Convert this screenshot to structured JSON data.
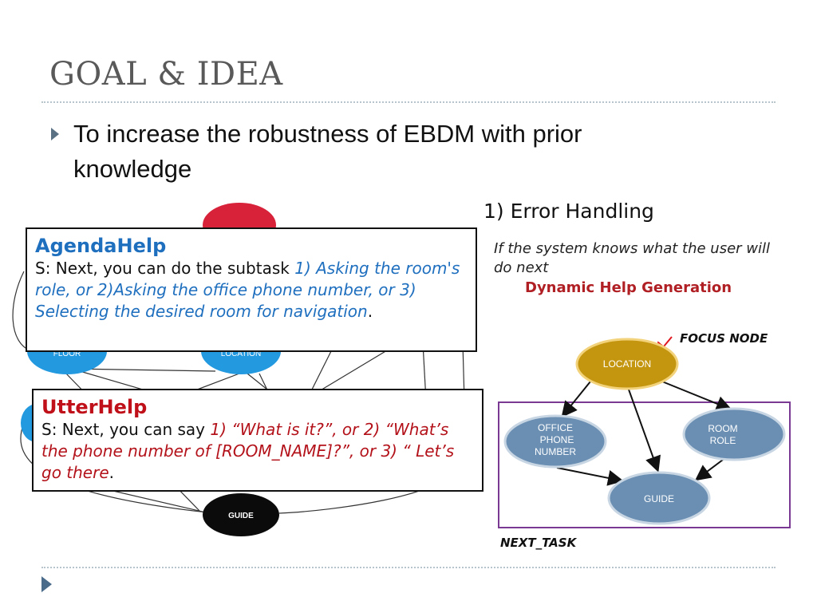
{
  "slide": {
    "title": "GOAL & IDEA",
    "bullet": "To increase the robustness of EBDM with prior knowledge"
  },
  "error_handling": {
    "title": "1) Error Handling",
    "description": "If the system knows what the user will do next",
    "dynamic": "Dynamic Help Generation",
    "focus_label": "FOCUS NODE",
    "next_task_label": "NEXT_TASK",
    "nodes": {
      "location": "LOCATION",
      "office_line1": "OFFICE",
      "office_line2": "PHONE",
      "office_line3": "NUMBER",
      "room_line1": "ROOM",
      "room_line2": "ROLE",
      "guide": "GUIDE"
    }
  },
  "agenda_help": {
    "title": "AgendaHelp",
    "prefix": "S: Next, you can do the subtask ",
    "options": "1) Asking the room's role, or 2)Asking the office phone number, or 3) Selecting the desired room for navigation",
    "suffix": "."
  },
  "utter_help": {
    "title": "UtterHelp",
    "prefix": "S: Next, you can say ",
    "options": "1)  “What is it?”, or 2) “What’s the phone number of [ROOM_NAME]?”, or 3) “ Let’s go there",
    "suffix": "."
  },
  "left_diagram": {
    "floor": "FLOOR",
    "location": "LOCATION",
    "guide": "GUIDE"
  },
  "colors": {
    "location_fill": "#c4960f",
    "task_fill": "#6a8fb3",
    "left_node_blue": "#2399e0",
    "left_top_red": "#d7223a"
  }
}
